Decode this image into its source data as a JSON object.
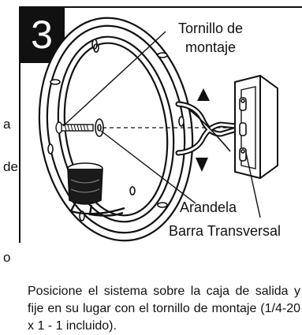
{
  "step": {
    "number": "3"
  },
  "left_fragments": [
    "a",
    "de",
    "o"
  ],
  "labels": {
    "screw": "Tornillo de\nmontaje",
    "washer": "Arandela",
    "crossbar": "Barra Transversal"
  },
  "caption": "Posicione el sistema sobre la caja de salida y fije en su lugar con el tornillo de montaje (1/4-20 x 1 - 1 incluido)."
}
